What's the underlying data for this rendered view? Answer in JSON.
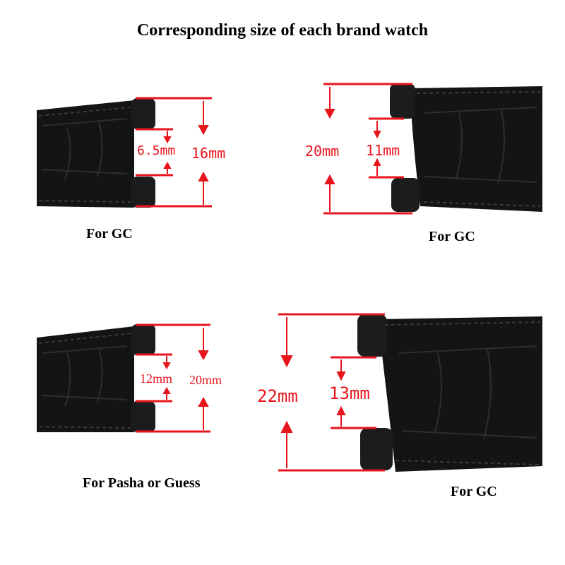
{
  "title": "Corresponding size of each brand watch",
  "panels": [
    {
      "caption": "For GC",
      "inner": "6.5mm",
      "outer": "16mm"
    },
    {
      "caption": "For GC",
      "inner": "11mm",
      "outer": "20mm"
    },
    {
      "caption": "For Pasha or Guess",
      "inner": "12mm",
      "outer": "20mm"
    },
    {
      "caption": "For GC",
      "inner": "13mm",
      "outer": "22mm"
    }
  ],
  "colors": {
    "dimension": "#e8141c",
    "strap": "#141414",
    "stitch": "#3a3a3a"
  }
}
